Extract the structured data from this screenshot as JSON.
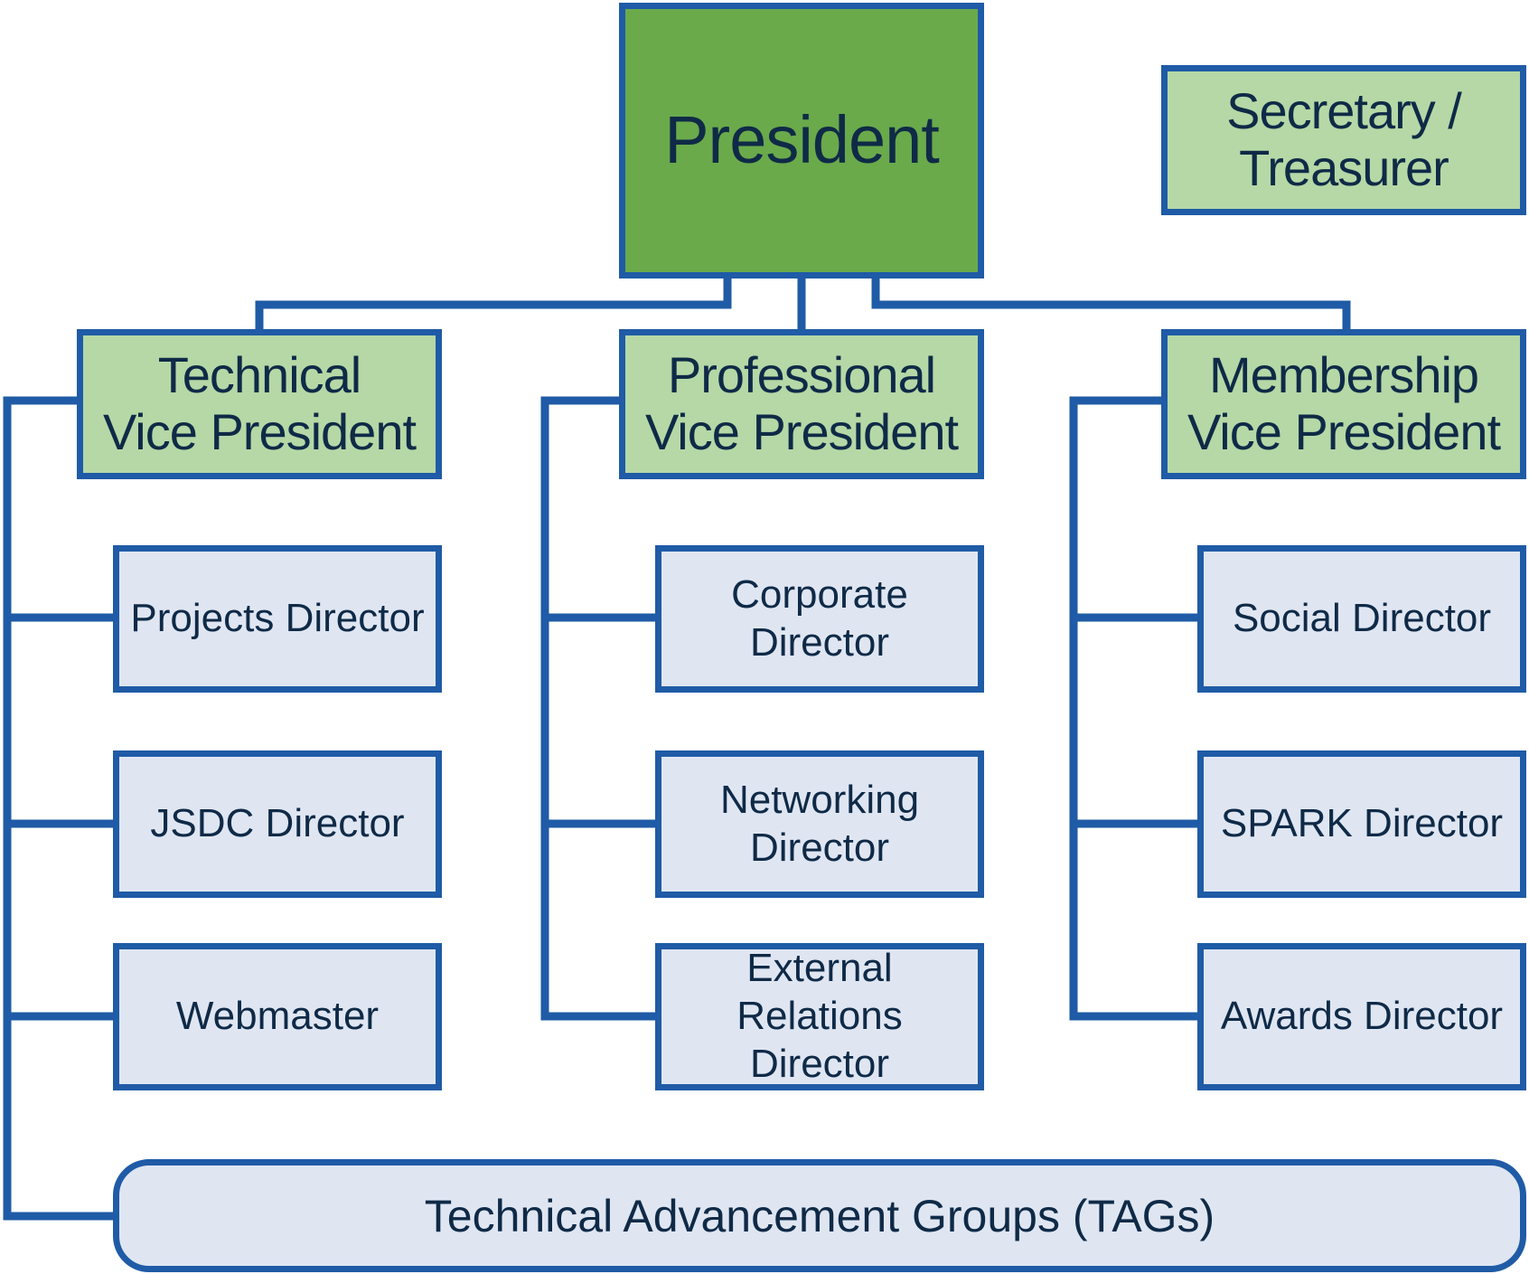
{
  "colors": {
    "line": "#1f5ba6",
    "president_fill": "#6aaa4b",
    "officer_fill": "#b6d8a6",
    "director_fill": "#dfe6f2",
    "text": "#0f2a47"
  },
  "president": {
    "label": "President"
  },
  "secretary": {
    "label": "Secretary /\nTreasurer"
  },
  "vps": {
    "technical": {
      "label": "Technical\nVice President"
    },
    "professional": {
      "label": "Professional\nVice President"
    },
    "membership": {
      "label": "Membership\nVice President"
    }
  },
  "directors": {
    "projects": {
      "label": "Projects Director"
    },
    "jsdc": {
      "label": "JSDC Director"
    },
    "webmaster": {
      "label": "Webmaster"
    },
    "corporate": {
      "label": "Corporate\nDirector"
    },
    "networking": {
      "label": "Networking\nDirector"
    },
    "external": {
      "label": "External Relations\nDirector"
    },
    "social": {
      "label": "Social Director"
    },
    "spark": {
      "label": "SPARK Director"
    },
    "awards": {
      "label": "Awards Director"
    }
  },
  "tags": {
    "label": "Technical Advancement Groups (TAGs)"
  }
}
